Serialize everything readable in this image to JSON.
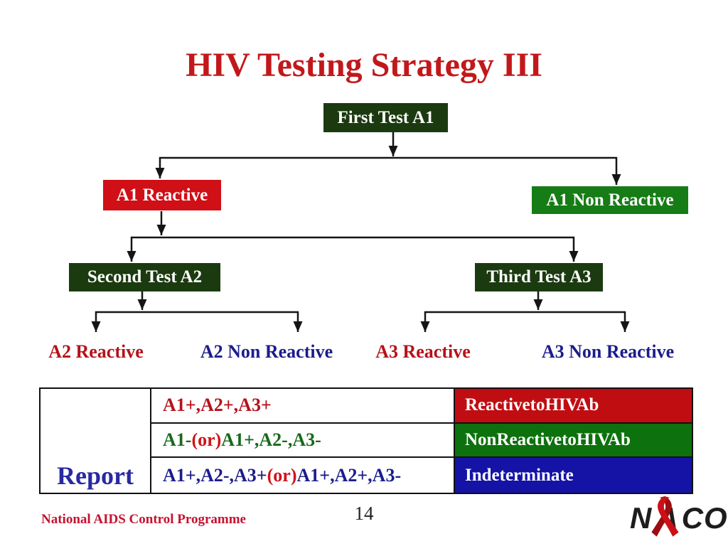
{
  "title": "HIV Testing Strategy III",
  "flowchart": {
    "first_test": "First Test A1",
    "a1_reactive": "A1 Reactive",
    "a1_non_reactive": "A1 Non Reactive",
    "second_test": "Second Test A2",
    "third_test": "Third Test A3",
    "a2_reactive": "A2 Reactive",
    "a2_non_reactive": "A2 Non Reactive",
    "a3_reactive": "A3 Reactive",
    "a3_non_reactive": "A3 Non Reactive"
  },
  "report_table": {
    "row_header": "Report",
    "rows": [
      {
        "parts": [
          {
            "text": "A1+,A2+,A3+",
            "color": "#b5121a"
          }
        ],
        "result": "ReactivetoHIVAb",
        "result_bg": "#c00d12"
      },
      {
        "parts": [
          {
            "text": "A1-",
            "color": "#17691a"
          },
          {
            "text": "(or)",
            "color": "#d01318"
          },
          {
            "text": "A1+,A2-,A3-",
            "color": "#17691a"
          }
        ],
        "result": "NonReactivetoHIVAb",
        "result_bg": "#0d710d"
      },
      {
        "parts": [
          {
            "text": "A1+,A2-,A3+",
            "color": "#1c1c8c"
          },
          {
            "text": "(or)",
            "color": "#d01318"
          },
          {
            "text": "A1+,A2+,A3-",
            "color": "#1c1c8c"
          }
        ],
        "result": "Indeterminate",
        "result_bg": "#1413a6"
      }
    ]
  },
  "footer": {
    "organisation": "National AIDS Control Programme",
    "page_number": "14",
    "logo": {
      "letter_n": "N",
      "letter_a": "A",
      "letter_co": "CO",
      "icon": "red-awareness-ribbon"
    }
  },
  "colors": {
    "title_red": "#c2181b",
    "box_dark_green": "#1b3a10",
    "box_red": "#d00f16",
    "box_green": "#167c16",
    "cell_red": "#c00d12",
    "cell_green": "#0d710d",
    "cell_blue": "#1413a6",
    "reactive_text_red": "#b5121a",
    "non_reactive_text_navy": "#1c1c8c",
    "report_blue": "#2929a3",
    "footer_red": "#c41230",
    "arrow_black": "#151515"
  }
}
